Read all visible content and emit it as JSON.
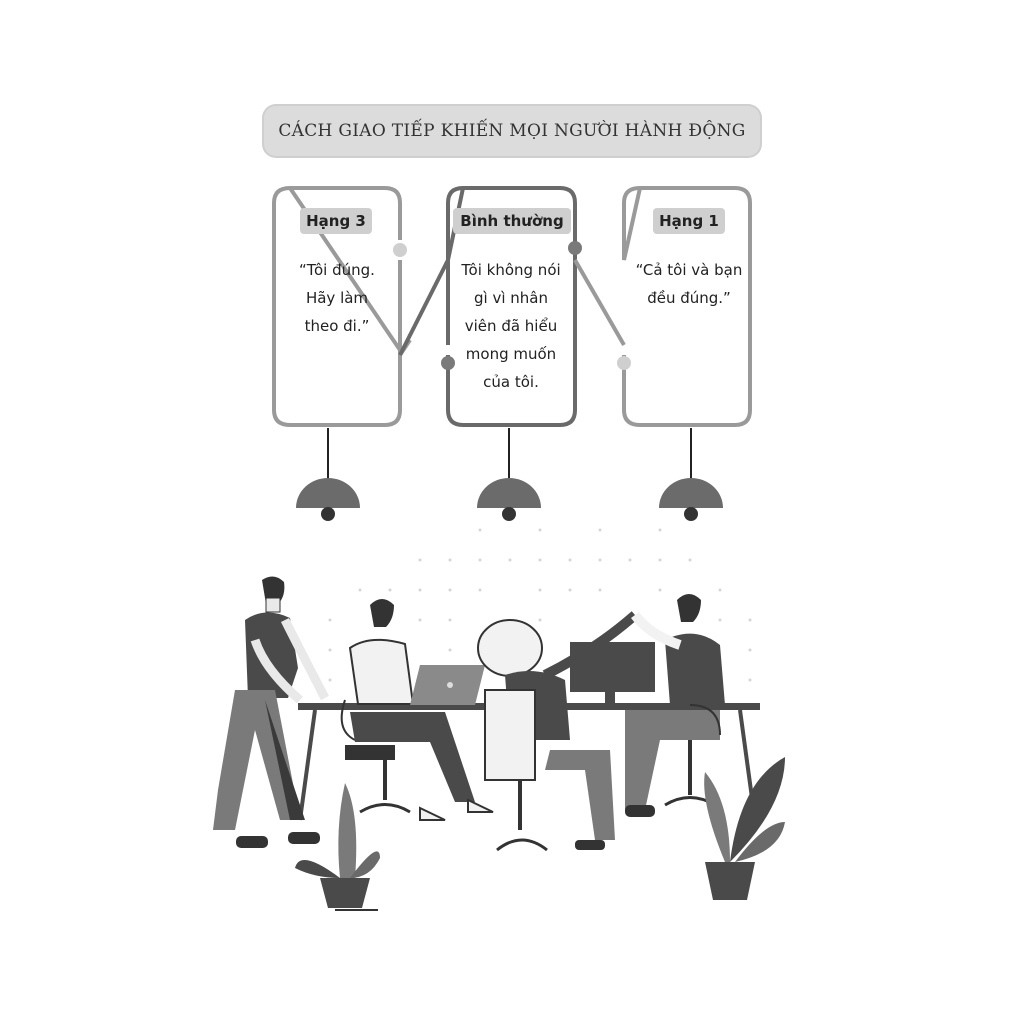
{
  "banner": {
    "title": "CÁCH GIAO TIẾP KHIẾN MỌI NGƯỜI HÀNH ĐỘNG"
  },
  "cards": [
    {
      "label": "Hạng 3",
      "lines": [
        "“Tôi đúng.",
        "Hãy làm",
        "theo đi.”"
      ]
    },
    {
      "label": "Bình thường",
      "lines": [
        "Tôi không nói",
        "gì vì nhân",
        "viên đã hiểu",
        "mong muốn",
        "của tôi."
      ]
    },
    {
      "label": "Hạng 1",
      "lines": [
        "“Cả tôi và bạn",
        "đều đúng.”"
      ]
    }
  ],
  "colors": {
    "dark": "#4a4a4a",
    "mid": "#7a7a7a",
    "light": "#bdbdbd",
    "frame": "#8a8a8a"
  },
  "icons": [
    "pendant-lamp-icon",
    "office-team-illustration",
    "potted-plant-icon"
  ]
}
